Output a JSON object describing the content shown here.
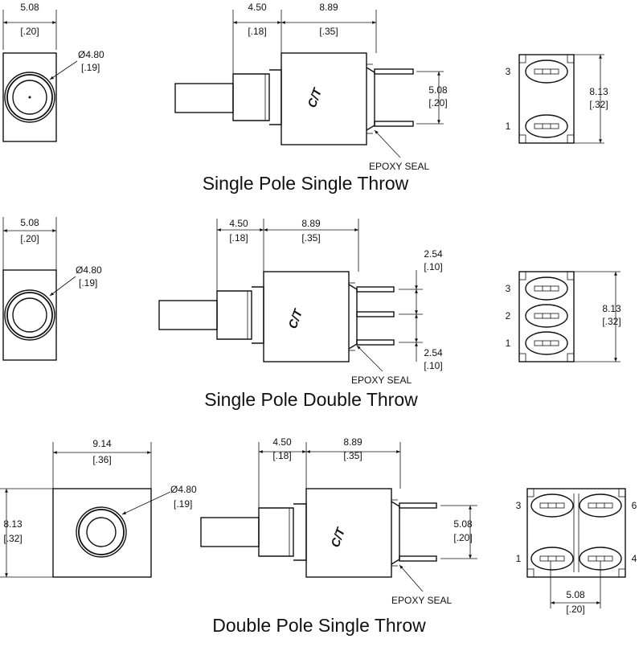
{
  "spst": {
    "front": {
      "w_mm": "5.08",
      "w_in": "[.20]",
      "dia_mm": "Ø4.80",
      "dia_in": "[.19]"
    },
    "side": {
      "a_mm": "4.50",
      "a_in": "[.18]",
      "b_mm": "8.89",
      "b_in": "[.35]",
      "pitch_mm": "5.08",
      "pitch_in": "[.20]",
      "brand": "C/T",
      "seal": "EPOXY SEAL"
    },
    "pins": {
      "h_mm": "8.13",
      "h_in": "[.32]",
      "labels": [
        "3",
        "1"
      ]
    },
    "title": "Single Pole Single Throw"
  },
  "spdt": {
    "front": {
      "w_mm": "5.08",
      "w_in": "[.20]",
      "dia_mm": "Ø4.80",
      "dia_in": "[.19]"
    },
    "side": {
      "a_mm": "4.50",
      "a_in": "[.18]",
      "b_mm": "8.89",
      "b_in": "[.35]",
      "p1_mm": "2.54",
      "p1_in": "[.10]",
      "p2_mm": "2.54",
      "p2_in": "[.10]",
      "brand": "C/T",
      "seal": "EPOXY SEAL"
    },
    "pins": {
      "h_mm": "8.13",
      "h_in": "[.32]",
      "labels": [
        "3",
        "2",
        "1"
      ]
    },
    "title": "Single Pole Double Throw"
  },
  "dpst": {
    "front": {
      "w_mm": "9.14",
      "w_in": "[.36]",
      "h_mm": "8.13",
      "h_in": "[.32]",
      "dia_mm": "Ø4.80",
      "dia_in": "[.19]"
    },
    "side": {
      "a_mm": "4.50",
      "a_in": "[.18]",
      "b_mm": "8.89",
      "b_in": "[.35]",
      "pitch_mm": "5.08",
      "pitch_in": "[.20]",
      "brand": "C/T",
      "seal": "EPOXY SEAL"
    },
    "pins": {
      "w_mm": "5.08",
      "w_in": "[.20]",
      "labels_left": [
        "3",
        "1"
      ],
      "labels_right": [
        "6",
        "4"
      ]
    },
    "title": "Double Pole Single Throw"
  }
}
